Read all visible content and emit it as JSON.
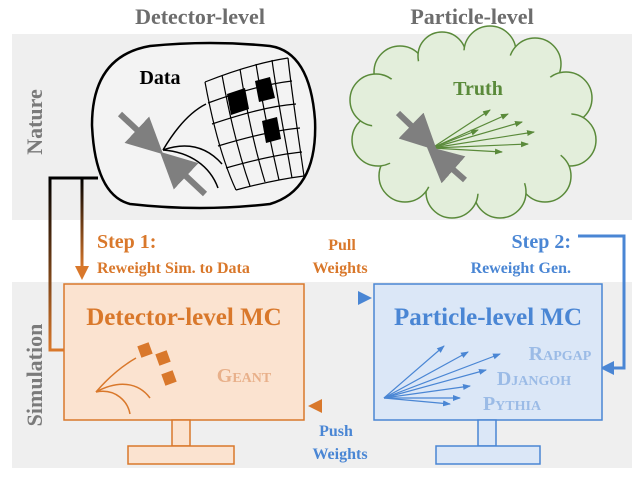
{
  "headers": {
    "detector": "Detector-level",
    "particle": "Particle-level"
  },
  "rows": {
    "nature": "Nature",
    "simulation": "Simulation"
  },
  "nature": {
    "data_label": "Data",
    "truth_label": "Truth"
  },
  "step1": {
    "title": "Step 1:",
    "subtitle": "Reweight Sim. to Data"
  },
  "step2": {
    "title": "Step 2:",
    "subtitle": "Reweight Gen."
  },
  "pull": {
    "line1": "Pull",
    "line2": "Weights"
  },
  "push": {
    "line1": "Push",
    "line2": "Weights"
  },
  "detector_mc": {
    "title": "Detector-level MC",
    "tool": "Geant"
  },
  "particle_mc": {
    "title": "Particle-level MC",
    "generators": [
      "Rapgap",
      "Djangoh",
      "Pythia"
    ]
  },
  "colors": {
    "band": "#efefef",
    "orange": "#d9782b",
    "orange_light": "#fbe3d0",
    "orange_text": "#e8b08a",
    "blue": "#4a86d4",
    "blue_light": "#dbe7f7",
    "blue_text": "#9bbbe6",
    "green": "#5a8a3a",
    "green_light": "#e3eedb",
    "gray": "#7f7f7f"
  }
}
